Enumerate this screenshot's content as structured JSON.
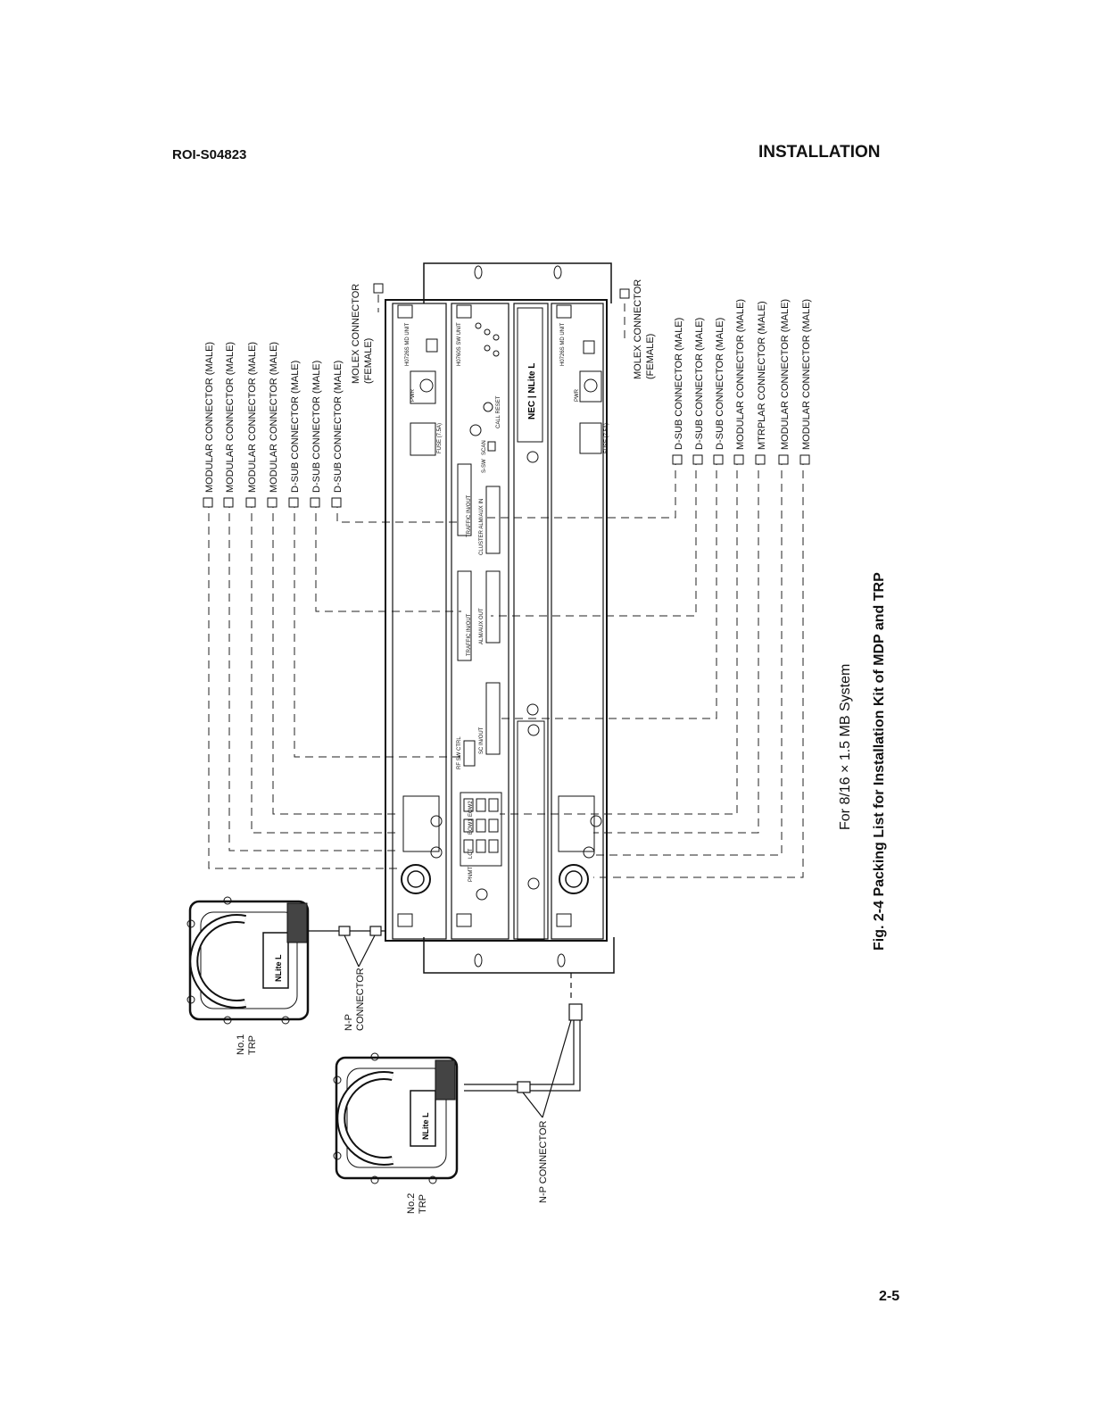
{
  "header": {
    "doc_id": "ROI-S04823",
    "section": "INSTALLATION",
    "page_number": "2-5"
  },
  "left_connectors": [
    "MODULAR CONNECTOR (MALE)",
    "MODULAR CONNECTOR (MALE)",
    "MODULAR CONNECTOR (MALE)",
    "MODULAR CONNECTOR (MALE)",
    "D-SUB CONNECTOR (MALE)",
    "D-SUB CONNECTOR (MALE)",
    "D-SUB CONNECTOR (MALE)"
  ],
  "molex_left": {
    "line1": "MOLEX CONNECTOR",
    "line2": "(FEMALE)"
  },
  "molex_right": {
    "line1": "MOLEX CONNECTOR",
    "line2": "(FEMALE)"
  },
  "right_connectors": [
    "D-SUB CONNECTOR (MALE)",
    "D-SUB CONNECTOR (MALE)",
    "D-SUB CONNECTOR (MALE)",
    "MODULAR CONNECTOR (MALE)",
    "MTRPLAR CONNECTOR (MALE)",
    "MODULAR CONNECTOR (MALE)",
    "MODULAR CONNECTOR (MALE)"
  ],
  "np_connector_1": {
    "line1": "N-P",
    "line2": "CONNECTOR"
  },
  "np_connector_2": "N-P CONNECTOR",
  "trp_1": {
    "line1": "No.1",
    "line2": "TRP"
  },
  "trp_2": {
    "line1": "No.2",
    "line2": "TRP"
  },
  "trp_logo": "NLite L",
  "nec_badge": "NEC | NLite L",
  "units": {
    "pwr": "PWR",
    "fuse": "FUSE (7.5A)",
    "md_unit": "H0726S MD UNIT",
    "sw_unit": "H0760S SW UNIT",
    "traffic_inout": "TRAFFIC IN/OUT",
    "cluster_alm": "CLUSTER ALM/AUX IN",
    "traffic_inout2": "TRAFFIC IN/OUT",
    "alm_out": "ALM/AUX OUT",
    "sc_inout": "SC IN/OUT",
    "rf_sw": "RF SW CTRL",
    "pnmt": "PNMT",
    "lct": "LCT",
    "eow1": "EOW1",
    "eow2": "EOW2",
    "scan": "SCAN",
    "call_reset": "CALL RESET",
    "s_sw": "S-SW"
  },
  "caption": {
    "subtitle": "For 8/16 × 1.5 MB System",
    "title": "Fig. 2-4  Packing List for Installation Kit of MDP and TRP"
  }
}
